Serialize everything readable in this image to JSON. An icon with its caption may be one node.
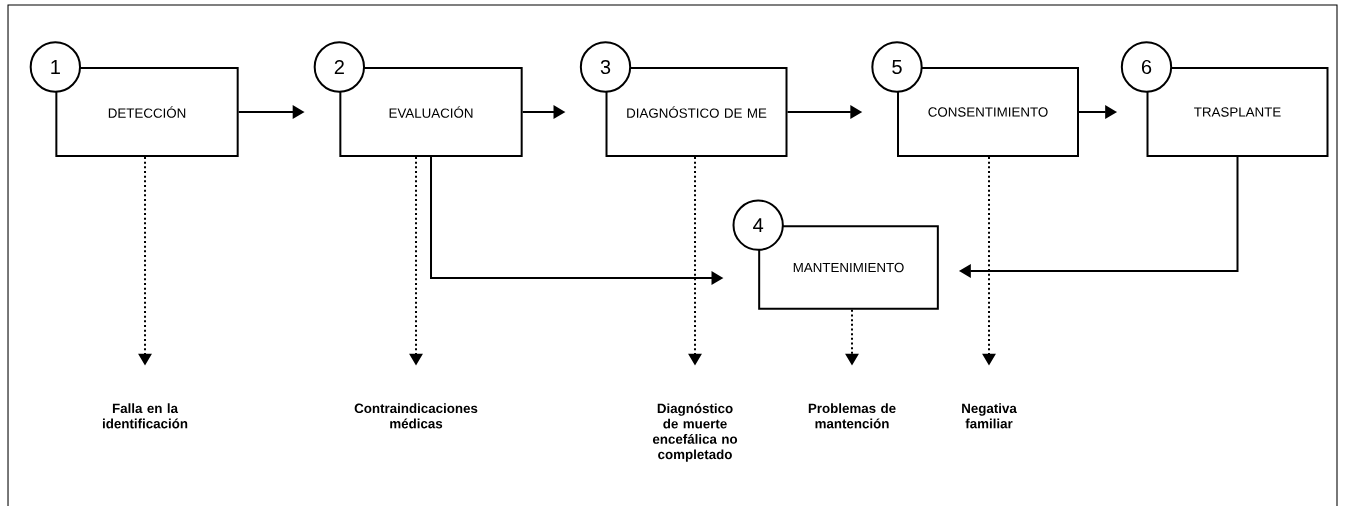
{
  "diagram": {
    "nodes": [
      {
        "text": [
          "1",
          "DETECCIÓN"
        ]
      },
      {
        "text": [
          "2",
          "EVALUACIÓN"
        ]
      },
      {
        "text": [
          "3",
          "DIAGNÓSTICO DE ME"
        ]
      },
      {
        "text": [
          "5",
          "CONSENTIMIENTO"
        ]
      },
      {
        "text": [
          "6",
          "TRASPLANTE"
        ]
      },
      {
        "text": [
          "4",
          "MANTENIMIENTO"
        ]
      },
      {
        "text": [
          "Falla en la identificación"
        ]
      },
      {
        "text": [
          "Contraindicaciones médicas"
        ]
      },
      {
        "text": [
          "Diagnóstico de muerte encefálica no completado"
        ]
      },
      {
        "text": [
          "Problemas de mantención"
        ]
      },
      {
        "text": [
          "Negativa familiar"
        ]
      }
    ],
    "edges": [
      {
        "from": 0,
        "to": 1,
        "arrow": "to"
      },
      {
        "from": 1,
        "to": 2,
        "arrow": "to"
      },
      {
        "from": 2,
        "to": 3,
        "arrow": "to"
      },
      {
        "from": 3,
        "to": 4,
        "arrow": "to"
      },
      {
        "from": 1,
        "to": 5,
        "arrow": "to"
      },
      {
        "from": 4,
        "to": 5,
        "arrow": "to"
      },
      {
        "from": 0,
        "to": 6,
        "arrow": "to",
        "style": "dashed"
      },
      {
        "from": 1,
        "to": 7,
        "arrow": "to",
        "style": "dashed"
      },
      {
        "from": 2,
        "to": 8,
        "arrow": "to",
        "style": "dashed"
      },
      {
        "from": 5,
        "to": 9,
        "arrow": "to",
        "style": "dashed"
      },
      {
        "from": 3,
        "to": 10,
        "arrow": "to",
        "style": "dashed"
      }
    ]
  }
}
